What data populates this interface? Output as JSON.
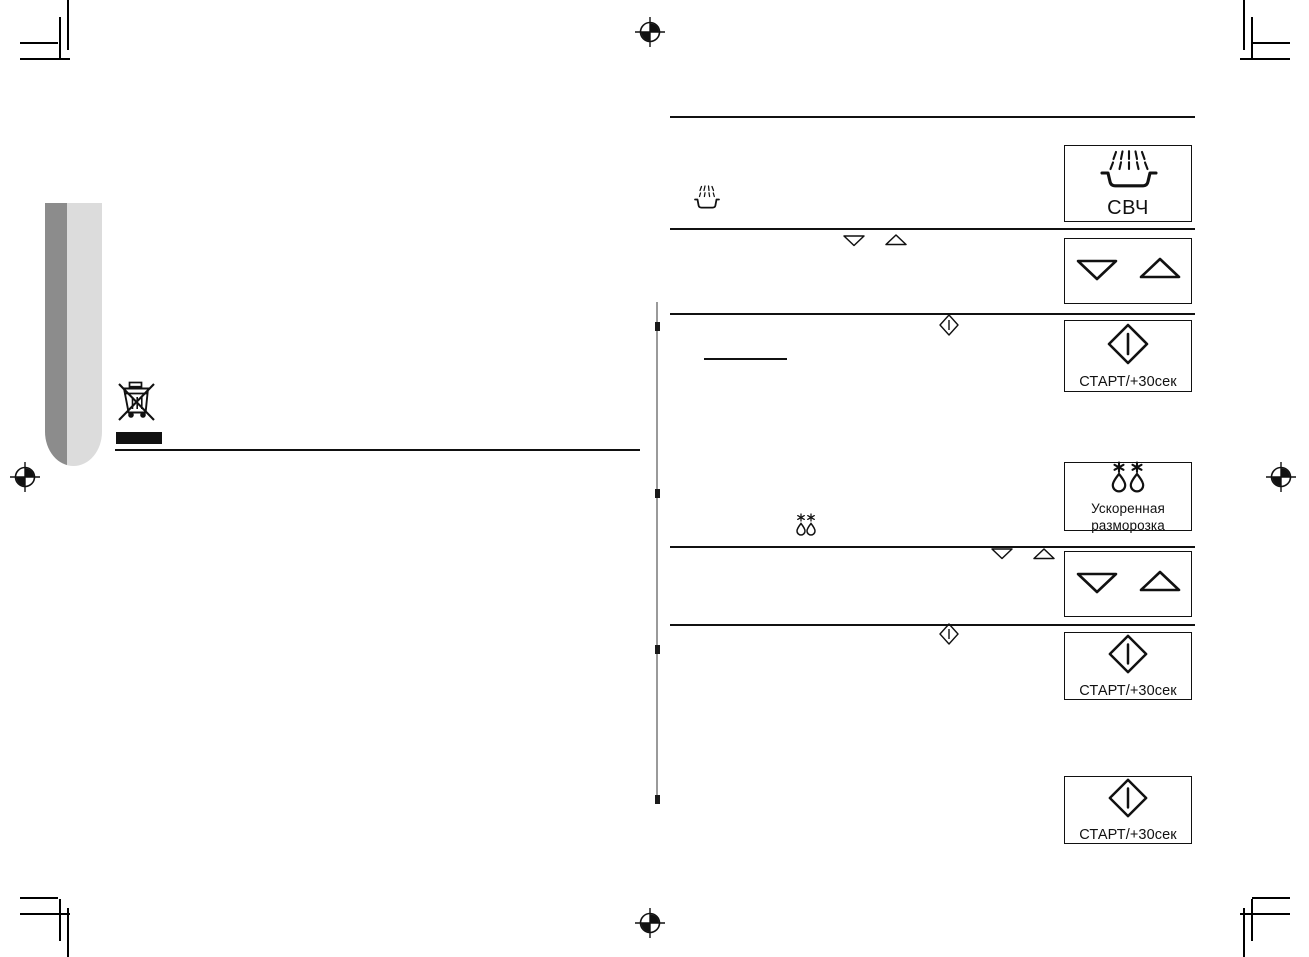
{
  "document": {
    "kind": "printed-manual-page",
    "language": "ru"
  },
  "colors": {
    "ink": "#111111",
    "tab_dark_gray": "#8c8c8c",
    "tab_light_gray": "#dcdcdc",
    "divider_gray": "#9a9a9a",
    "paper": "#ffffff"
  },
  "side_tab": {
    "name": "chapter-tab"
  },
  "left_column": {
    "disposal_icon": "crossed-out-wheelie-bin-icon",
    "black_bar": "",
    "rule": ""
  },
  "buttons": [
    {
      "id": "microwave",
      "icon": "microwave-dish-icon",
      "label": "СВЧ"
    },
    {
      "id": "arrows-1",
      "icon_down": "triangle-down-icon",
      "icon_up": "triangle-up-icon",
      "label": ""
    },
    {
      "id": "start-1",
      "icon": "start-diamond-icon",
      "label": "СТАРТ/+30сек"
    },
    {
      "id": "quick-defrost",
      "icon": "snowflake-droplet-icon",
      "label_line1": "Ускоренная",
      "label_line2": "разморозка"
    },
    {
      "id": "arrows-2",
      "icon_down": "triangle-down-icon",
      "icon_up": "triangle-up-icon",
      "label": ""
    },
    {
      "id": "start-2",
      "icon": "start-diamond-icon",
      "label": "СТАРТ/+30сек"
    },
    {
      "id": "start-3",
      "icon": "start-diamond-icon",
      "label": "СТАРТ/+30сек"
    }
  ],
  "inline_icons": [
    {
      "id": "inline-microwave",
      "name": "microwave-dish-icon"
    },
    {
      "id": "inline-down-1",
      "name": "triangle-down-icon"
    },
    {
      "id": "inline-up-1",
      "name": "triangle-up-icon"
    },
    {
      "id": "inline-start-1",
      "name": "start-diamond-icon"
    },
    {
      "id": "inline-defrost",
      "name": "snowflake-droplet-icon"
    },
    {
      "id": "inline-down-2",
      "name": "triangle-down-icon"
    },
    {
      "id": "inline-up-2",
      "name": "triangle-up-icon"
    },
    {
      "id": "inline-start-2",
      "name": "start-diamond-icon"
    }
  ],
  "registration_marks": [
    {
      "id": "reg-top",
      "name": "registration-target"
    },
    {
      "id": "reg-bottom",
      "name": "registration-target"
    },
    {
      "id": "reg-left",
      "name": "registration-target"
    },
    {
      "id": "reg-right",
      "name": "registration-target"
    }
  ]
}
